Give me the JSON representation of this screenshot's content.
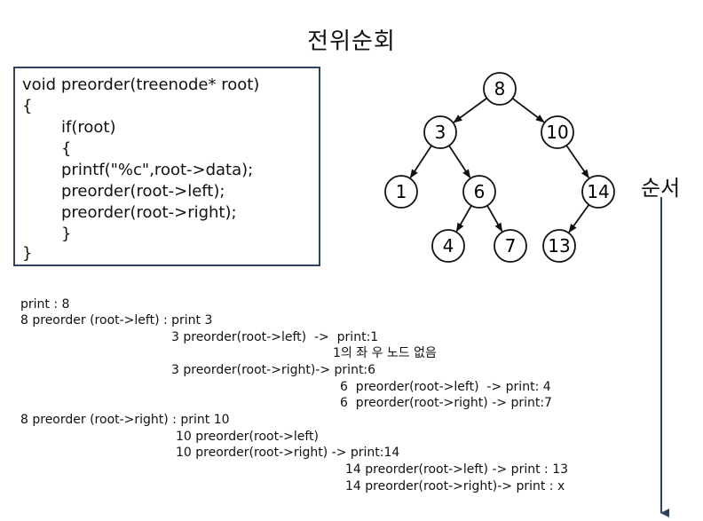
{
  "title": "전위순회",
  "code": {
    "lines": [
      "void preorder(treenode* root)",
      "{",
      "if(root)",
      "{",
      "printf(\"%c\",root->data);",
      "preorder(root->left);",
      "preorder(root->right);",
      "}",
      "}"
    ]
  },
  "tree": {
    "nodes": [
      {
        "id": "n8",
        "label": "8"
      },
      {
        "id": "n3",
        "label": "3"
      },
      {
        "id": "n10",
        "label": "10"
      },
      {
        "id": "n1",
        "label": "1"
      },
      {
        "id": "n6",
        "label": "6"
      },
      {
        "id": "n14",
        "label": "14"
      },
      {
        "id": "n4",
        "label": "4"
      },
      {
        "id": "n7",
        "label": "7"
      },
      {
        "id": "n13",
        "label": "13"
      }
    ],
    "edges": [
      [
        "n8",
        "n3"
      ],
      [
        "n8",
        "n10"
      ],
      [
        "n3",
        "n1"
      ],
      [
        "n3",
        "n6"
      ],
      [
        "n10",
        "n14"
      ],
      [
        "n6",
        "n4"
      ],
      [
        "n6",
        "n7"
      ],
      [
        "n14",
        "n13"
      ]
    ]
  },
  "order_label": "순서",
  "trace": [
    "print : 8",
    "8 preorder (root->left) : print 3",
    "3 preorder(root->left)  ->  print:1",
    "1의 좌 우 노드 없음",
    "3 preorder(root->right)-> print:6",
    "6  preorder(root->left)  -> print: 4",
    "6  preorder(root->right) -> print:7",
    "8 preorder (root->right) : print 10",
    "10 preorder(root->left)",
    "10 preorder(root->right) -> print:14",
    "14 preorder(root->left) -> print : 13",
    "14 preorder(root->right)-> print : x"
  ]
}
